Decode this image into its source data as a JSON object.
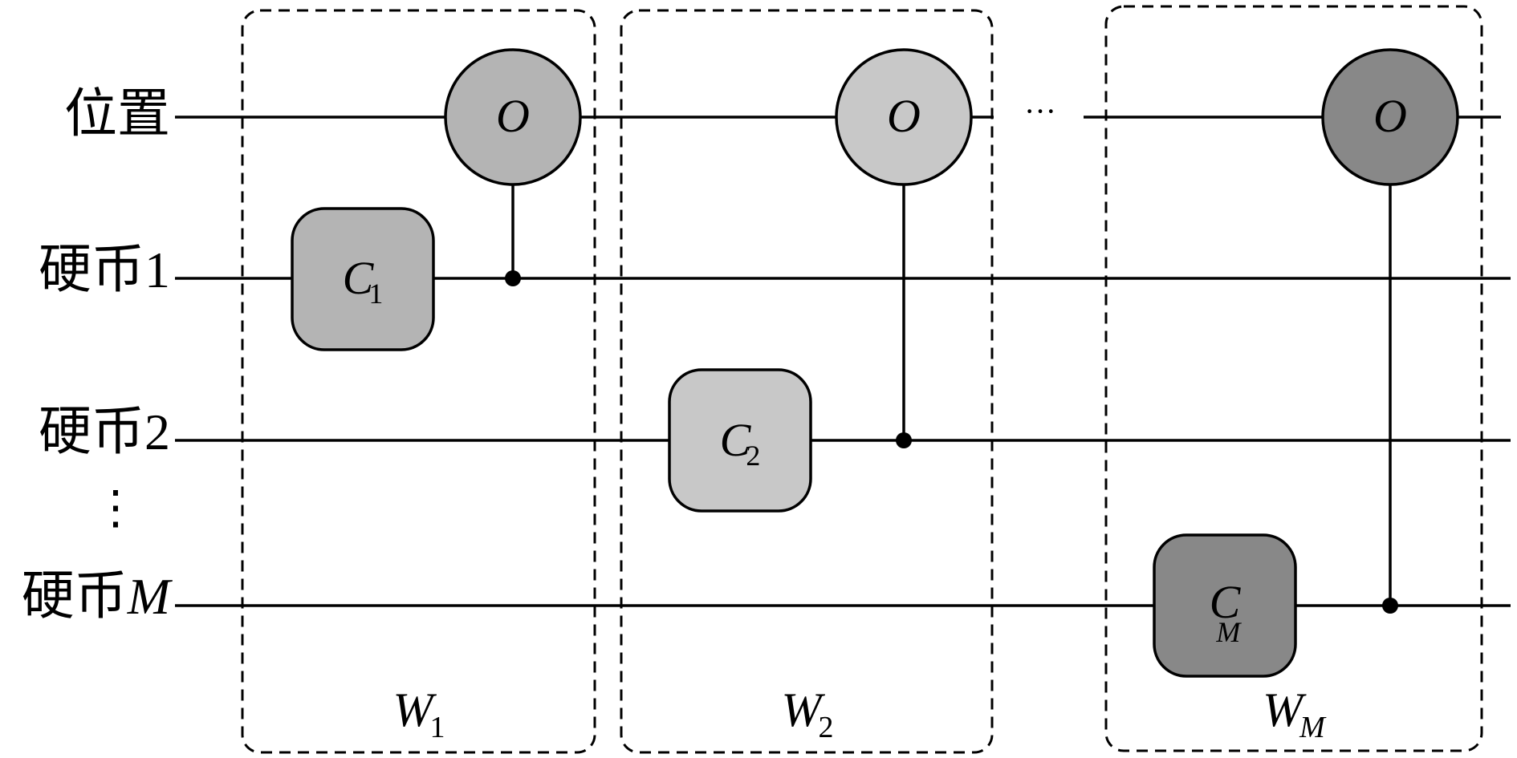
{
  "wires": {
    "position_label": "位置",
    "coin_prefix": "硬币",
    "coin1_index": "1",
    "coin2_index": "2",
    "coinM_index": "M",
    "vertical_ellipsis": "⋮",
    "horizontal_ellipsis": "···"
  },
  "blocks": [
    {
      "label_main": "W",
      "label_sub": "1",
      "coin_gate_main": "C",
      "coin_gate_sub": "1",
      "oracle_label": "O",
      "color": "#b4b4b4"
    },
    {
      "label_main": "W",
      "label_sub": "2",
      "coin_gate_main": "C",
      "coin_gate_sub": "2",
      "oracle_label": "O",
      "color": "#c8c8c8"
    },
    {
      "label_main": "W",
      "label_sub": "M",
      "coin_gate_main": "C",
      "coin_gate_sub": "M",
      "oracle_label": "O",
      "color": "#888888"
    }
  ]
}
